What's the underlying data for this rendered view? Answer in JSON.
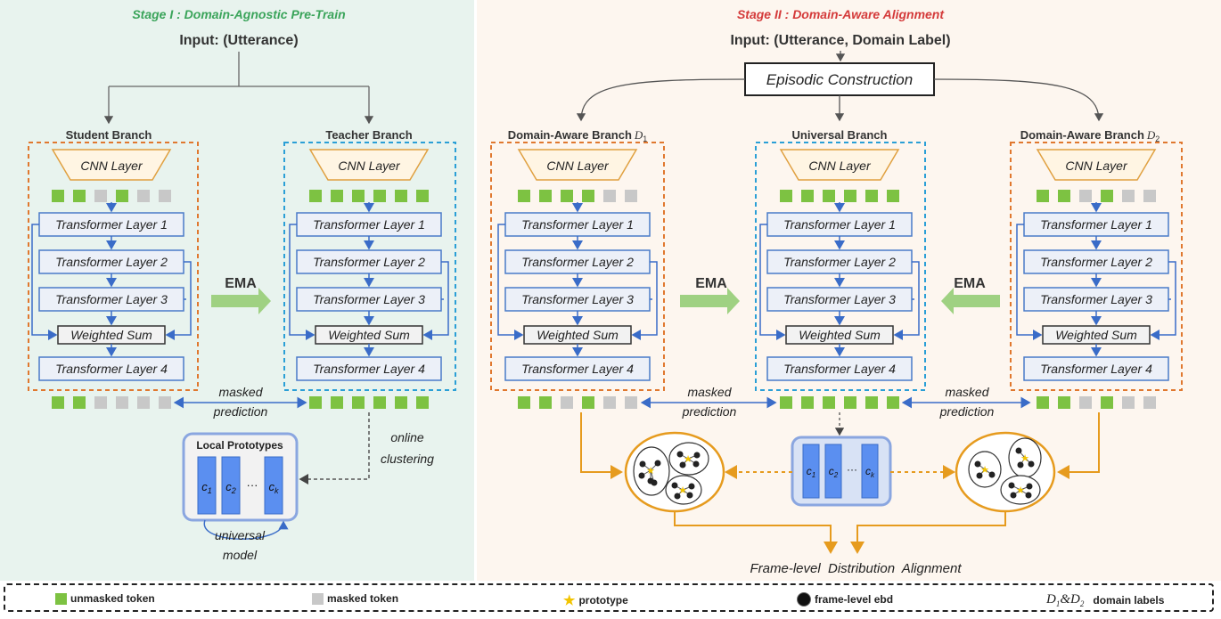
{
  "stage1": {
    "title": "Stage I : Domain-Agnostic Pre-Train",
    "input": "Input: (Utterance)",
    "student_branch": "Student Branch",
    "teacher_branch": "Teacher Branch",
    "ema": "EMA",
    "masked": "masked",
    "prediction": "prediction",
    "online": "online",
    "clustering": "clustering",
    "local_prototypes": "Local Prototypes",
    "universal": "universal",
    "model": "model"
  },
  "stage2": {
    "title": "Stage II : Domain-Aware Alignment",
    "input": "Input: (Utterance, Domain Label)",
    "episodic": "Episodic Construction",
    "domain_branch": "Domain-Aware Branch",
    "d1": "D",
    "d1_sub": "1",
    "d2_sub": "2",
    "universal_branch": "Universal Branch",
    "ema": "EMA",
    "masked": "masked",
    "prediction": "prediction",
    "frame_level": "Frame-level  Distribution  Alignment"
  },
  "layers": {
    "cnn": "CNN Layer",
    "t1": "Transformer Layer 1",
    "t2": "Transformer Layer 2",
    "t3": "Transformer Layer 3",
    "ws": "Weighted Sum",
    "t4": "Transformer Layer 4"
  },
  "prototype_labels": [
    "c",
    "c",
    "c"
  ],
  "prototype_subs": [
    "1",
    "2",
    "k"
  ],
  "dots": "···",
  "legend": {
    "unmasked": "unmasked token",
    "masked": "masked token",
    "prototype": "prototype",
    "frame": "frame-level ebd",
    "domain_labels": "domain labels",
    "d_pair": "D",
    "amp": "&"
  },
  "colors": {
    "stage1_bg": "#e8f3ee",
    "stage2_bg": "#fdf6ef",
    "orange": "#e0782f",
    "blue_dash": "#2a9fd6",
    "layer_border": "#4a7bc8",
    "green_token": "#7dc242",
    "grey_token": "#c8c8c8",
    "arrow_orange": "#e69b1e",
    "title_green": "#3aa45a",
    "title_red": "#d43a3a"
  }
}
